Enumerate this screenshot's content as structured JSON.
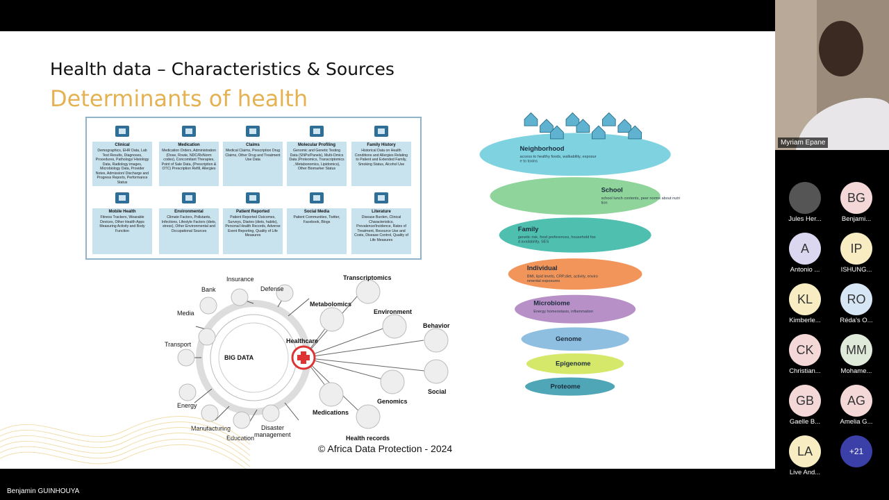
{
  "slide": {
    "title": "Health data – Characteristics & Sources",
    "subtitle": "Determinants of health",
    "copyright": "© Africa Data Protection - 2024"
  },
  "sources": [
    {
      "head": "Clinical",
      "text": "Demographics, EHR Data, Lab Test Results, Diagnoses, Procedures, Pathology/ Histology Data, Radiology images, Microbiology Data, Provider Notes, Admission/ Discharge and Progress Reports, Performance Status",
      "icon": "hospital-icon"
    },
    {
      "head": "Medication",
      "text": "Medication Orders, Administration (Dose, Route, NDC/RxNorm codes), Concomitant Therapies, Point of Sale Data, (Prescription & OTC) Prescription Refill, Allergies",
      "icon": "prescription-icon"
    },
    {
      "head": "Claims",
      "text": "Medical Claims, Prescription Drug Claims, Other Drug and Treatment Use Data",
      "icon": "dollar-icon"
    },
    {
      "head": "Molecular Profiling",
      "text": "Genomic and Genetic Testing Data (SNPs/Panels), Multi-Omics Data (Proteomics, Transcriptomics , Metabonomics, Lipidomics), Other Biomarker Status",
      "icon": "dna-icon"
    },
    {
      "head": "Family History",
      "text": "Historical Data on Health Conditions and Allergies Relating to Patient and Extended Family, Smoking Status, Alcohol Use",
      "icon": "family-tree-icon"
    },
    {
      "head": "Mobile Health",
      "text": "Fitness Trackers, Wearable Devices, Other Health Apps Measuring Activity and Body Function",
      "icon": "phone-heart-icon"
    },
    {
      "head": "Environmental",
      "text": "Climate Factors, Pollutants, Infections, Lifestyle Factors (diets, stress), Other Environmental and Occupational Sources",
      "icon": "globe-icon"
    },
    {
      "head": "Patient Reported",
      "text": "Patient Reported Outcomes, Surveys, Diaries (diets, habits), Personal Health Records, Adverse Event Reporting, Quality of Life Measures",
      "icon": "monitor-icon"
    },
    {
      "head": "Social Media",
      "text": "Patient Communities, Twitter, Facebook, Blogs",
      "icon": "twitter-icon"
    },
    {
      "head": "Literature",
      "text": "Disease Burden, Clinical Characteristics, Prevalence/Incidence, Rates of Treatment, Resource Use and Costs, Disease Control, Quality of Life Measures",
      "icon": "documents-icon"
    }
  ],
  "bigdata": {
    "center": "BIG DATA",
    "healthcare": "Healthcare",
    "left_labels": [
      "Insurance",
      "Bank",
      "Defense",
      "Media",
      "Transport",
      "Energy",
      "Manufacturing",
      "Education",
      "Disaster",
      "management"
    ],
    "right_labels": [
      "Transcriptomics",
      "Metabolomics",
      "Environment",
      "Behavior",
      "Social",
      "Genomics",
      "Medications",
      "Health records"
    ]
  },
  "funnel": {
    "layers": [
      {
        "title": "Neighborhood",
        "desc": "access to healthy foods, walkability, exposure to toxins",
        "color": "#7fd3e0"
      },
      {
        "title": "School",
        "desc": "school lunch contents, peer norms about nutrition",
        "color": "#8fd49a"
      },
      {
        "title": "Family",
        "desc": "genetic risk, food preferences, household food availability, SES",
        "color": "#4fc0b0"
      },
      {
        "title": "Individual",
        "desc": "BMI, lipid levels, CRP,diet, activity, environmental exposures",
        "color": "#f2955a"
      },
      {
        "title": "Microbiome",
        "desc": "Energy homeostasis, inflammation",
        "color": "#b890c8"
      },
      {
        "title": "Genome",
        "desc": "",
        "color": "#8fbfe0"
      },
      {
        "title": "Epigenome",
        "desc": "",
        "color": "#d6e86a"
      },
      {
        "title": "Proteome",
        "desc": "",
        "color": "#4fa6b6"
      }
    ]
  },
  "meeting": {
    "presenter": "Benjamin GUINHOUYA",
    "self_name": "Myriam Epane",
    "participants": [
      {
        "initials": "",
        "name": "Jules Her...",
        "color": "#555555",
        "photo": true
      },
      {
        "initials": "BG",
        "name": "Benjami...",
        "color": "#f4d7d7"
      },
      {
        "initials": "A",
        "name": "Antonio ...",
        "color": "#dcd7f0"
      },
      {
        "initials": "IP",
        "name": "ISHUNG...",
        "color": "#f7ecc2"
      },
      {
        "initials": "KL",
        "name": "Kimberle...",
        "color": "#f7ecc2"
      },
      {
        "initials": "RO",
        "name": "Réda's O...",
        "color": "#d7e6f4"
      },
      {
        "initials": "CK",
        "name": "Christian...",
        "color": "#f4d7d7"
      },
      {
        "initials": "MM",
        "name": "Mohame...",
        "color": "#dfeadb"
      },
      {
        "initials": "GB",
        "name": "Gaelle B...",
        "color": "#f4d7d7"
      },
      {
        "initials": "AG",
        "name": "Amelia G...",
        "color": "#f4d7d7"
      },
      {
        "initials": "LA",
        "name": "Live And...",
        "color": "#f7ecc2"
      },
      {
        "initials": "+21",
        "name": "",
        "color": "#3b3fa8"
      }
    ]
  }
}
